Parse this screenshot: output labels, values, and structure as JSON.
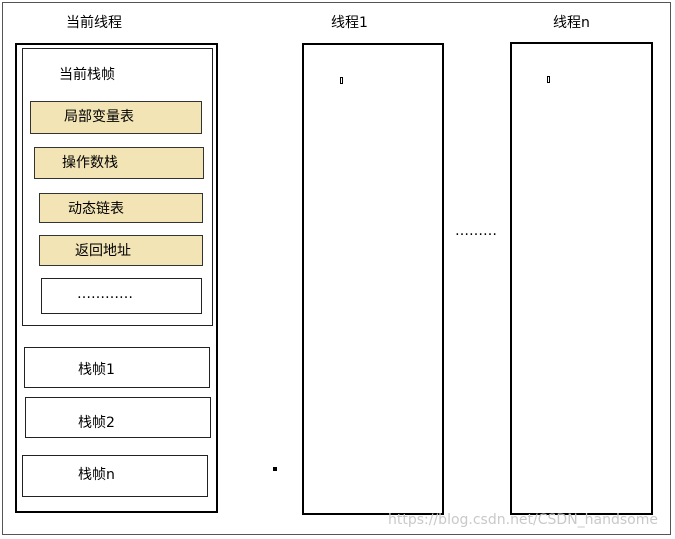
{
  "current_thread": {
    "title": "当前线程",
    "current_frame": {
      "title": "当前栈帧",
      "slots": [
        "局部变量表",
        "操作数栈",
        "动态链表",
        "返回地址"
      ],
      "more": "…………"
    },
    "frames": [
      "栈帧1",
      "栈帧2",
      "栈帧n"
    ]
  },
  "threads": [
    "线程1",
    "线程n"
  ],
  "between_threads": "………",
  "watermark": "https://blog.csdn.net/CSDN_handsome",
  "colors": {
    "slot_fill": "#f2e4b4",
    "border": "#000000"
  }
}
